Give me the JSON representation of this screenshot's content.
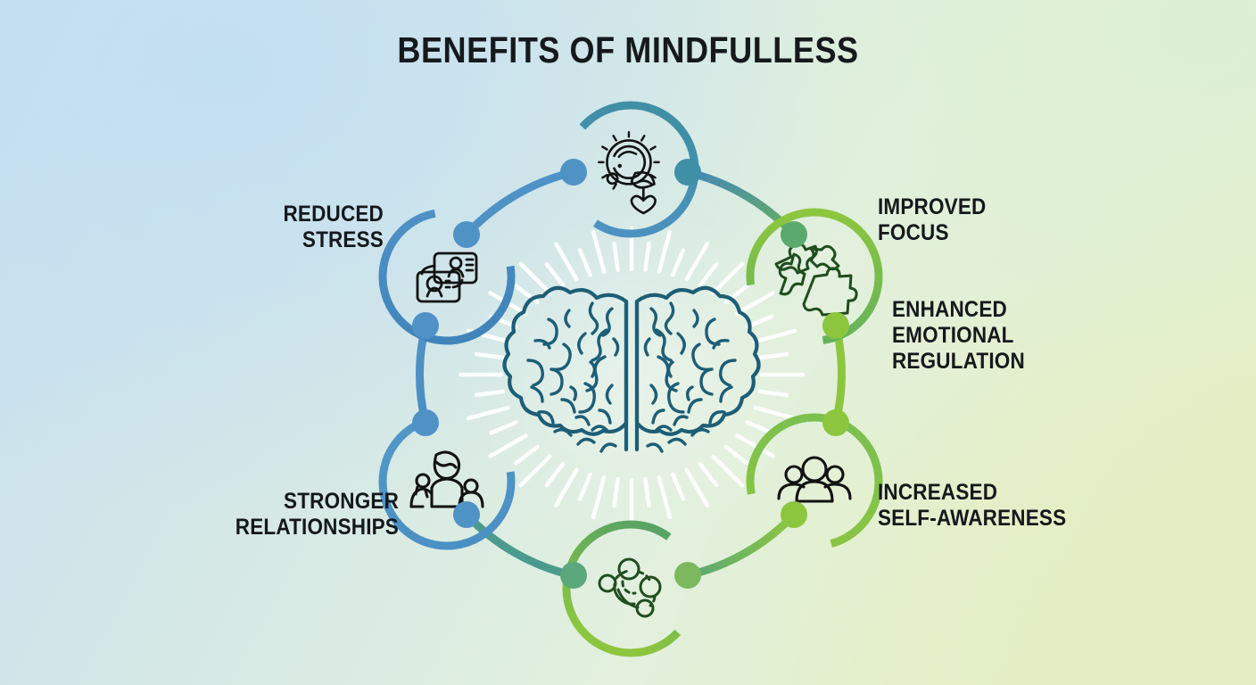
{
  "title": "BENEFITS OF MINDFULLESS",
  "colors": {
    "blue": "#4f92c6",
    "blue_dark": "#3d81b8",
    "teal": "#3f8fa6",
    "green_mid": "#5aaa6e",
    "green": "#7cc04f",
    "green_light": "#8cc63f",
    "brain_stroke": "#1d5e77",
    "icon_stroke": "#111111",
    "icon_green_stroke": "#1f4d1f",
    "text": "#15181b",
    "ray": "#ffffff",
    "bg_from": "#c5dff0",
    "bg_to": "#e6edbe"
  },
  "center": {
    "icon": "brain-icon",
    "rays": 48
  },
  "nodes": [
    {
      "id": "mindfulness",
      "label": "",
      "icon": "meditation-head-leaf-icon",
      "ring_color_from": "#4f92c6",
      "ring_color_to": "#3f8fa6",
      "angle": -90
    },
    {
      "id": "improved-focus",
      "label": "IMPROVED\nFOCUS",
      "icon": "puzzle-pieces-icon",
      "ring_color_from": "#5aaa6e",
      "ring_color_to": "#8cc63f",
      "angle": -30,
      "label_side": "right"
    },
    {
      "id": "increased-self-awareness",
      "label": "INCREASED\nSELF-AWARENESS",
      "icon": "people-group-icon",
      "ring_color_from": "#8cc63f",
      "ring_color_to": "#7cc04f",
      "angle": 30,
      "label_side": "right"
    },
    {
      "id": "connections",
      "label": "",
      "icon": "network-nodes-icon",
      "ring_color_from": "#6fb85a",
      "ring_color_to": "#8cc63f",
      "angle": 90
    },
    {
      "id": "stronger-relationships",
      "label": "STRONGER\nRELATIONSHIPS",
      "icon": "family-group-icon",
      "ring_color_from": "#4f92c6",
      "ring_color_to": "#5aaa6e",
      "angle": 150,
      "label_side": "left"
    },
    {
      "id": "reduced-stress",
      "label": "REDUCED\nSTRESS",
      "icon": "profile-cards-icon",
      "ring_color_from": "#4f92c6",
      "ring_color_to": "#3d81b8",
      "angle": 210,
      "label_side": "left"
    }
  ],
  "labels": {
    "reduced_stress": "REDUCED\nSTRESS",
    "stronger_relationships": "STRONGER\nRELATIONSHIPS",
    "improved_focus": "IMPROVED\nFOCUS",
    "enhanced_emotional_regulation": "ENHANCED\nEMOTIONAL\nREGULATION",
    "increased_self_awareness": "INCREASED\nSELF-AWARENESS"
  }
}
